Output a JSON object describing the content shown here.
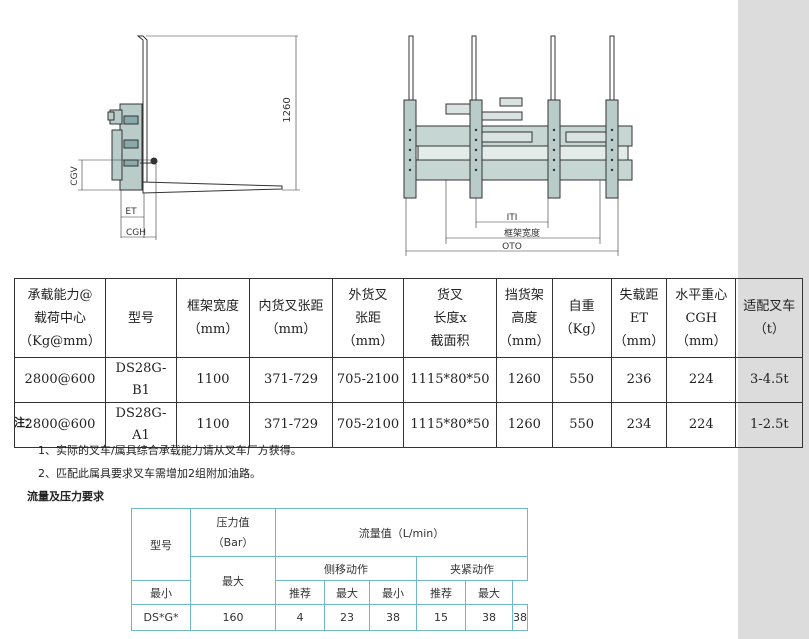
{
  "drawing": {
    "dim_height": "1260",
    "dim_cgv": "CGV",
    "dim_et": "ET",
    "dim_cgh": "CGH",
    "dim_iti": "ITI",
    "dim_frame_width": "框架宽度",
    "dim_oto": "OTO"
  },
  "spec_table": {
    "headers": [
      [
        "承载能力@",
        "载荷中心",
        "（Kg@mm）"
      ],
      [
        "型号"
      ],
      [
        "框架宽度",
        "（mm）"
      ],
      [
        "内货叉张距",
        "（mm）"
      ],
      [
        "外货叉",
        "张距",
        "（mm）"
      ],
      [
        "货叉",
        "长度x",
        "截面积"
      ],
      [
        "挡货架",
        "高度",
        "（mm）"
      ],
      [
        "自重",
        "（Kg）"
      ],
      [
        "失载距",
        "ET",
        "（mm）"
      ],
      [
        "水平重心",
        "CGH",
        "（mm）"
      ],
      [
        "适配叉车",
        "（t）"
      ]
    ],
    "rows": [
      [
        "2800@600",
        "DS28G-B1",
        "1100",
        "371-729",
        "705-2100",
        "1115*80*50",
        "1260",
        "550",
        "236",
        "224",
        "3-4.5t"
      ],
      [
        "2800@600",
        "DS28G-A1",
        "1100",
        "371-729",
        "705-2100",
        "1115*80*50",
        "1260",
        "550",
        "234",
        "224",
        "1-2.5t"
      ]
    ]
  },
  "notes": {
    "title": "注：",
    "items": [
      "1、实际的叉车/属具综合承载能力请从叉车厂方获得。",
      "2、匹配此属具要求叉车需增加2组附加油路。"
    ]
  },
  "flow": {
    "title": "流量及压力要求",
    "model_header": "型号",
    "pressure_header_1": "压力值",
    "pressure_header_2": "（Bar）",
    "flow_header": "流量值（L/min）",
    "side_shift": "侧移动作",
    "clamp": "夹紧动作",
    "max": "最大",
    "min": "最小",
    "recommend": "推荐",
    "row": {
      "model": "DS*G*",
      "pressure_max": "160",
      "side_min": "4",
      "side_rec": "23",
      "side_max": "38",
      "clamp_min": "15",
      "clamp_rec": "38",
      "clamp_max": "38"
    }
  }
}
